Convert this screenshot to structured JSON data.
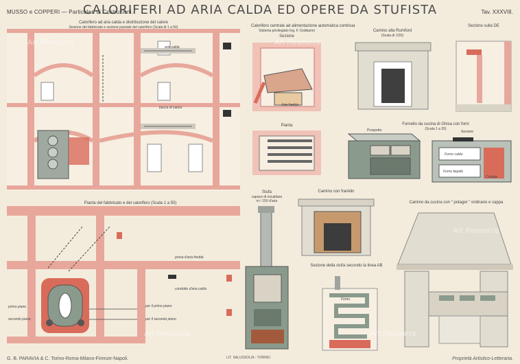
{
  "header": {
    "left": "MUSSO e COPPERI — Particolari di Costruzioni.",
    "title": "CALORIFERI AD ARIA CALDA ED OPERE DA STUFISTA",
    "plate": "Tav. XXXVIII."
  },
  "captions": {
    "section_title": "Calorifero ad aria calda e distribuzione del calore",
    "section_sub": "Sezione del fabbricato e sezione parziale del calorifero (Scala di 1 a 50)",
    "plan_title": "Pianta del fabbricato e del calorifero (Scala 1 a 50)",
    "central_title": "Calorifero centrale ad alimentazione automatica continua",
    "central_sub": "Sistema privilegiato Ing. F. Gobbarini",
    "central_sezione": "Sezione",
    "pianta": "Pianta",
    "rumford": "Camino alla Rumford",
    "rumford_scale": "(Scala di 1/20)",
    "sezione_de": "Sezione sulla DE",
    "fornello": "Fornello da cucina di Ghisa con forni",
    "fornello_scale": "(Scala 1 a 20)",
    "prospetto": "Prospetto",
    "sezione": "Sezione",
    "stufa": "Stufa",
    "stufa_sub1": "capace di riscaldare",
    "stufa_sub2": "m.³ 150 d'aria",
    "franklin": "Camino con franklin",
    "sezione_ab": "Sezione della stufa secondo la linea AB",
    "potager": "Camino da cucina con “ potager ” ordinario e cappa"
  },
  "labels": {
    "arte_fredda": "Arte fredda",
    "forno_caldo": "Forno caldo",
    "forno_tiepido": "Forno tiepido",
    "caldaja": "Caldaja",
    "forno": "Forno",
    "aria_calda": "aria calda",
    "bocca_calore": "bocca di calore",
    "per_primo_piano": "per il primo piano",
    "per_secondo_piano": "per il secondo piano",
    "primo_piano": "primo piano",
    "secondo_piano": "secondo piano",
    "presa_aria": "presa d'aria fredda",
    "condotto_aria": "condotto d'aria calda"
  },
  "footer": {
    "publisher": "G. B. PARAVIA & C.  Torino-Roma-Milano-Firenze-Napoli.",
    "printer": "LIT. SALUSSOLIA - TORINO",
    "rights": "Proprietà Artistico-Letteraria."
  },
  "watermark": "Art Resource",
  "colors": {
    "paper": "#f3ecdd",
    "wall_pink": "#e8a79b",
    "brick": "#d96b5b",
    "stove_green": "#8a9a8c",
    "stone": "#d9d3c6",
    "ink": "#4a4a4a"
  }
}
